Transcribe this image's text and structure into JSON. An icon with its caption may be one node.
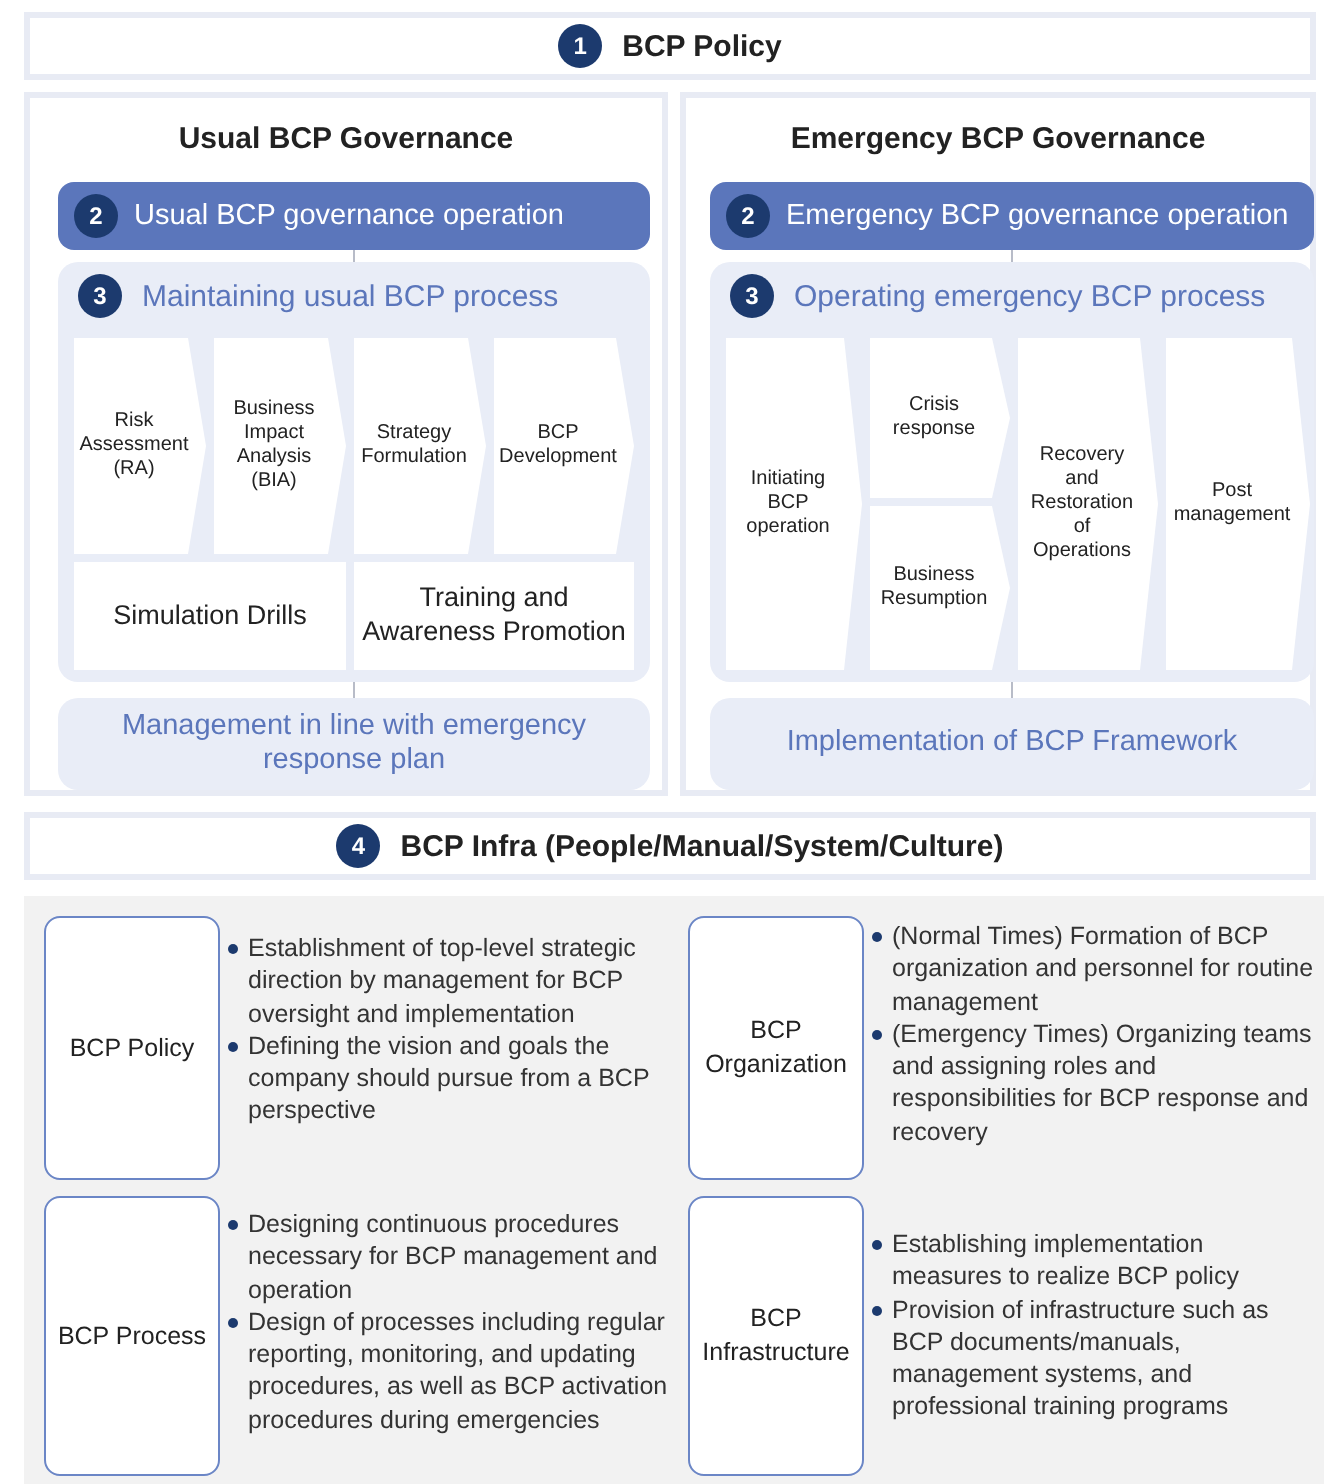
{
  "diagram": {
    "nodes": [
      {
        "text": [
          "1",
          "BCP Policy"
        ]
      },
      {
        "text": [
          "Usual BCP Governance"
        ]
      },
      {
        "text": [
          "2",
          "Usual BCP governance operation"
        ],
        "in": 1
      },
      {
        "text": [
          "3",
          "Maintaining usual BCP process"
        ],
        "in": 1
      },
      {
        "text": [
          "Risk Assessment (RA)"
        ],
        "in": 3
      },
      {
        "text": [
          "Business Impact Analysis (BIA)"
        ],
        "in": 3
      },
      {
        "text": [
          "Strategy Formulation"
        ],
        "in": 3
      },
      {
        "text": [
          "BCP Development"
        ],
        "in": 3
      },
      {
        "text": [
          "Simulation Drills"
        ],
        "in": 3
      },
      {
        "text": [
          "Training and Awareness Promotion"
        ],
        "in": 3
      },
      {
        "text": [
          "Management in line with emergency response plan"
        ],
        "in": 1
      },
      {
        "text": [
          "Emergency BCP Governance"
        ]
      },
      {
        "text": [
          "2",
          "Emergency BCP governance operation"
        ],
        "in": 11
      },
      {
        "text": [
          "3",
          "Operating emergency BCP process"
        ],
        "in": 11
      },
      {
        "text": [
          "Initiating BCP operation"
        ],
        "in": 13
      },
      {
        "text": [
          "Crisis response"
        ],
        "in": 13
      },
      {
        "text": [
          "Business Resumption"
        ],
        "in": 13
      },
      {
        "text": [
          "Recovery and Restoration of Operations"
        ],
        "in": 13
      },
      {
        "text": [
          "Post management"
        ],
        "in": 13
      },
      {
        "text": [
          "Implementation of BCP Framework"
        ],
        "in": 11
      },
      {
        "text": [
          "4",
          "BCP Infra (People/Manual/System/Culture)"
        ]
      },
      {
        "text": [
          "BCP Policy"
        ],
        "beside": [
          "Establishment of top-level strategic direction by management for BCP oversight and implementation",
          "Defining the vision and goals the company should pursue from a BCP perspective"
        ]
      },
      {
        "text": [
          "BCP Organization"
        ],
        "beside": [
          "(Normal Times) Formation of BCP organization and personnel for routine management",
          "(Emergency Times) Organizing teams and assigning roles and responsibilities for BCP response and recovery"
        ]
      },
      {
        "text": [
          "BCP Process"
        ],
        "beside": [
          "Designing continuous procedures necessary for BCP management and operation",
          "Design of processes including regular reporting, monitoring, and updating procedures, as well as BCP activation procedures during emergencies"
        ]
      },
      {
        "text": [
          "BCP Infrastructure"
        ],
        "beside": [
          "Establishing implementation measures to realize BCP policy",
          "Provision of infrastructure such as BCP documents/manuals, management systems, and professional training programs"
        ]
      }
    ],
    "edges": [
      {
        "from": 2,
        "to": 3,
        "arrow": "none"
      },
      {
        "from": 3,
        "to": 10,
        "arrow": "none"
      },
      {
        "from": 12,
        "to": 13,
        "arrow": "none"
      },
      {
        "from": 13,
        "to": 19,
        "arrow": "none"
      }
    ]
  }
}
